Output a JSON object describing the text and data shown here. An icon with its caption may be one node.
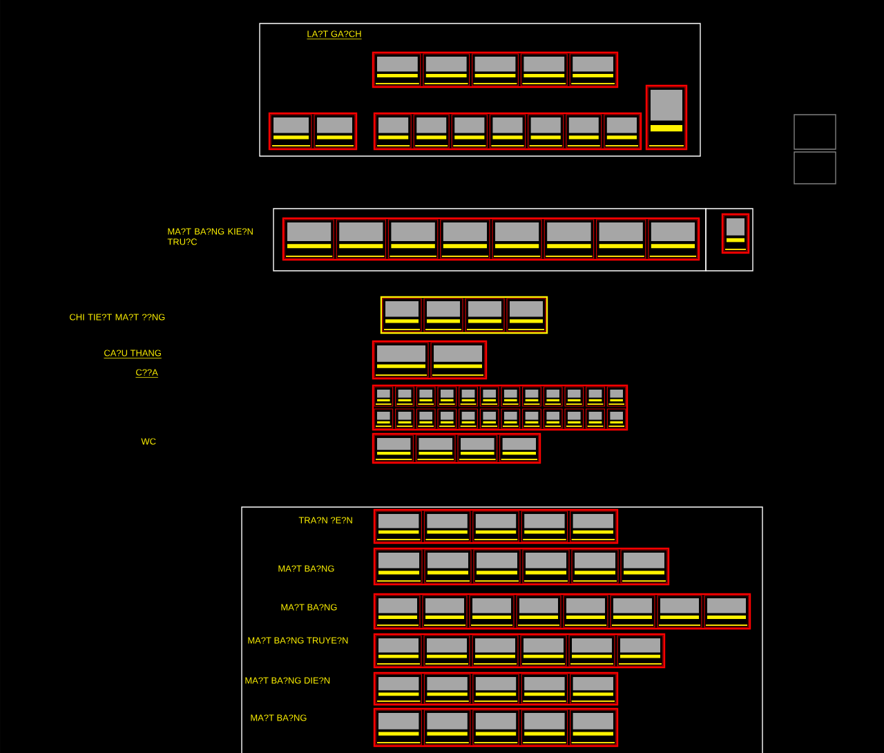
{
  "diagram": {
    "labels": [
      "LA?T GA?CH",
      "MA?T BA?NG KIE?N TRU?C",
      "CHI TIE?T MA?T ??NG",
      "CA?U THANG",
      "C??A",
      "WC",
      "TRA?N ?E?N",
      "MA?T BA?NG",
      "MA?T BA?NG",
      "MA?T BA?NG TRUYE?N",
      "MA?T BA?NG DIE?N",
      "MA?T BA?NG"
    ]
  }
}
